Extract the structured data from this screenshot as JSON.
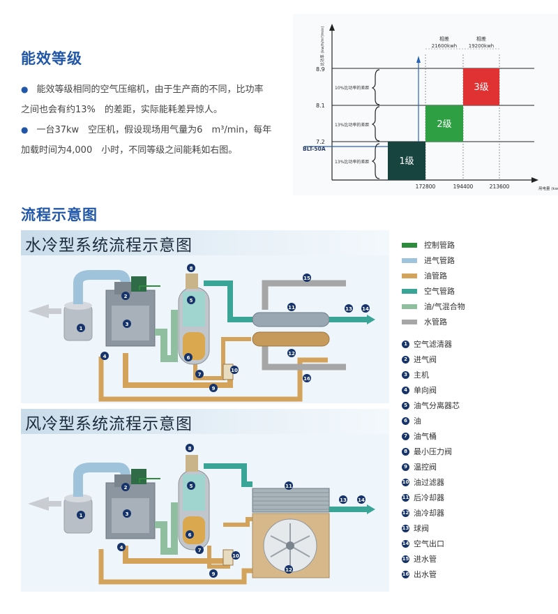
{
  "section1": {
    "title": "能效等级",
    "bullet1_line1": "能效等级相同的空气压缩机，由于生产商的不同，比功率",
    "bullet1_line2": "之间也会有约13%　的差距，实际能耗差异惊人。",
    "bullet2_line1": "一台37kw　空压机，假设现场用气量为6　m³/min，每年",
    "bullet2_line2": "加载时间为4,000　小时，不同等级之间能耗如右图。"
  },
  "energy_chart": {
    "y_axis_label": "比功率 (kw/h/m³/min)",
    "x_axis_label": "用电量 (kwh)",
    "y_ticks": [
      "8.9",
      "8.1",
      "7.2"
    ],
    "model_label": "BLT-50A",
    "x_ticks": [
      "172800",
      "194400",
      "213600"
    ],
    "diff_labels": [
      "10%比功率的差距",
      "13%比功率的差距",
      "13%比功率的差距"
    ],
    "header1": [
      "相差",
      "21600kwh"
    ],
    "header2": [
      "相差",
      "19200kwh"
    ],
    "grade1": "1级",
    "grade2": "2级",
    "grade3": "3级",
    "colors": {
      "grade1": "#17443f",
      "grade2": "#2ea043",
      "grade3": "#e03232"
    }
  },
  "section2": {
    "title": "流程示意图"
  },
  "water_panel": {
    "title": "水冷型系统流程示意图",
    "callouts": [
      "1",
      "2",
      "3",
      "4",
      "5",
      "6",
      "7",
      "8",
      "9",
      "10",
      "11",
      "12",
      "13",
      "14",
      "15",
      "16"
    ]
  },
  "air_panel": {
    "title": "风冷型系统流程示意图",
    "callouts": [
      "1",
      "2",
      "3",
      "4",
      "5",
      "6",
      "7",
      "8",
      "9",
      "10",
      "11",
      "12",
      "13",
      "14"
    ]
  },
  "legend": {
    "pipes": [
      {
        "label": "控制管路",
        "color": "#2e8b3e"
      },
      {
        "label": "进气管路",
        "color": "#9ec3da"
      },
      {
        "label": "油管路",
        "color": "#d3a35c"
      },
      {
        "label": "空气管路",
        "color": "#3aa597"
      },
      {
        "label": "油/气混合物",
        "color": "#8fbf9e"
      },
      {
        "label": "水管路",
        "color": "#a6a6a6"
      }
    ],
    "parts": [
      {
        "num": "1",
        "label": "空气滤清器"
      },
      {
        "num": "2",
        "label": "进气阀"
      },
      {
        "num": "3",
        "label": "主机"
      },
      {
        "num": "4",
        "label": "单向阀"
      },
      {
        "num": "5",
        "label": "油气分离器芯"
      },
      {
        "num": "6",
        "label": "油"
      },
      {
        "num": "7",
        "label": "油气桶"
      },
      {
        "num": "8",
        "label": "最小压力阀"
      },
      {
        "num": "9",
        "label": "温控阀"
      },
      {
        "num": "10",
        "label": "油过滤器"
      },
      {
        "num": "11",
        "label": "后冷却器"
      },
      {
        "num": "12",
        "label": "油冷却器"
      },
      {
        "num": "13",
        "label": "球阀"
      },
      {
        "num": "14",
        "label": "空气出口"
      },
      {
        "num": "15",
        "label": "进水管"
      },
      {
        "num": "16",
        "label": "出水管"
      }
    ]
  }
}
